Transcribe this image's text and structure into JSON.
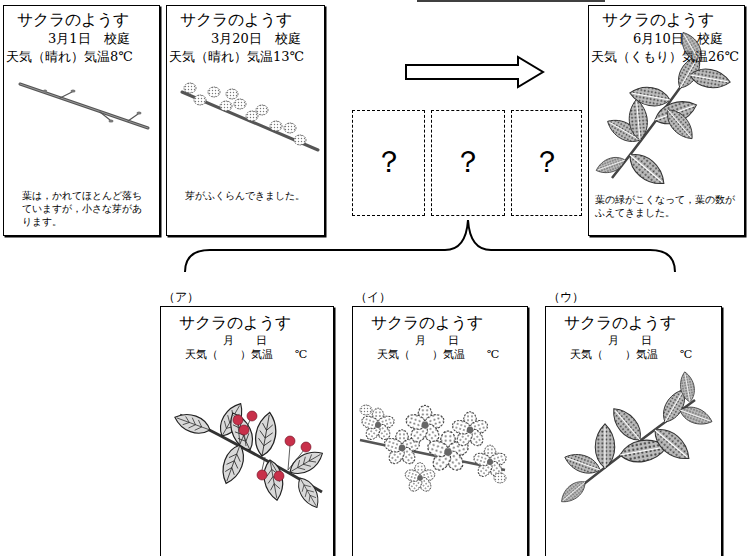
{
  "diagram": {
    "nodes": [
      {
        "text": [
          "サクラのようす",
          "3月1日　校庭",
          "天気（晴れ）気温8℃",
          "葉は，かれてほとんど落ちていますが，小さな芽があります。"
        ]
      },
      {
        "text": [
          "サクラのようす",
          "3月20日　校庭",
          "天気（晴れ）気温13℃",
          "芽がふくらんできました。"
        ]
      },
      {
        "text": [
          "？"
        ]
      },
      {
        "text": [
          "？"
        ]
      },
      {
        "text": [
          "？"
        ]
      },
      {
        "text": [
          "サクラのようす",
          "6月10日　校庭",
          "天気（くもり）気温26℃",
          "葉の緑がこくなって，葉の数がふえてきました。"
        ]
      },
      {
        "text": [
          "（ア）",
          "サクラのようす",
          "月　　日",
          "天気（　　）気温　　℃"
        ]
      },
      {
        "text": [
          "（イ）",
          "サクラのようす",
          "月　　日",
          "天気（　　）気温　　℃"
        ]
      },
      {
        "text": [
          "（ウ）",
          "サクラのようす",
          "月　　日",
          "天気（　　）気温　　℃"
        ]
      }
    ]
  }
}
